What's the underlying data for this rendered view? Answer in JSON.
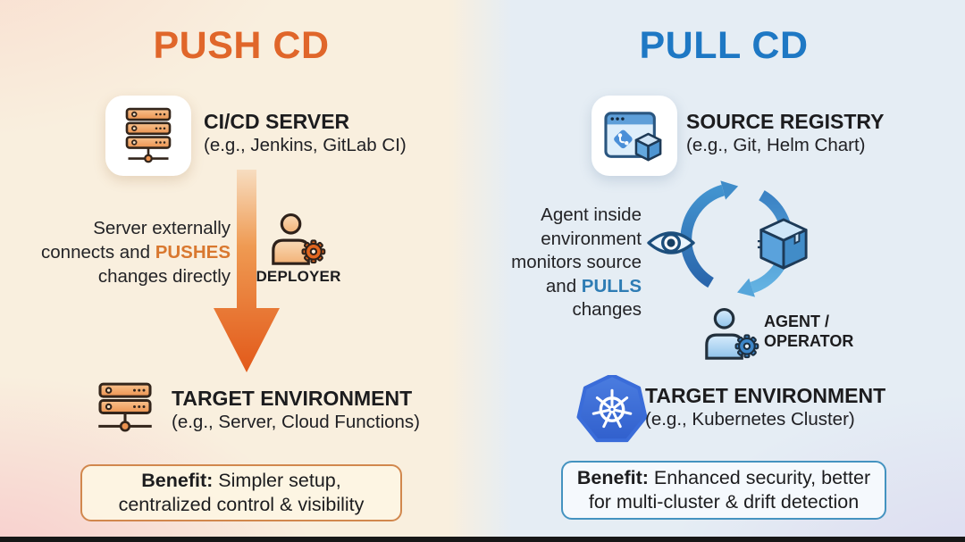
{
  "push": {
    "title": "PUSH CD",
    "server": {
      "name": "CI/CD SERVER",
      "example": "(e.g., Jenkins, GitLab CI)"
    },
    "flow": {
      "line1": "Server externally",
      "line2_prefix": "connects and ",
      "line2_accent": "PUSHES",
      "line3": "changes directly"
    },
    "deployer_label": "DEPLOYER",
    "target": {
      "name": "TARGET ENVIRONMENT",
      "example": "(e.g., Server, Cloud Functions)"
    },
    "benefit": {
      "label": "Benefit:",
      "line1": " Simpler setup,",
      "line2": "centralized control & visibility"
    }
  },
  "pull": {
    "title": "PULL CD",
    "registry": {
      "name": "SOURCE REGISTRY",
      "example": "(e.g., Git, Helm Chart)"
    },
    "flow": {
      "line1": "Agent inside",
      "line2": "environment",
      "line3": "monitors source",
      "line4_prefix": "and ",
      "line4_accent": "PULLS",
      "line5": "changes"
    },
    "agent": {
      "label_line1": "AGENT /",
      "label_line2": "OPERATOR"
    },
    "target": {
      "name": "TARGET ENVIRONMENT",
      "example": "(e.g., Kubernetes Cluster)"
    },
    "benefit": {
      "label": "Benefit:",
      "line1": " Enhanced security, better",
      "line2": "for multi-cluster & drift detection"
    }
  },
  "colors": {
    "push_accent": "#e0662a",
    "pull_accent": "#1e78c4",
    "pushes_word": "#d9782f",
    "pulls_word": "#2e7cb4",
    "push_arrow": "#e2591a",
    "cycle_blue": "#3f8cc9",
    "benefit_border_push": "#d1874d",
    "benefit_border_pull": "#4493c0",
    "kubernetes_blue": "#3a6cd9",
    "left_panel_bg": "#f9efde",
    "right_panel_bg": "#e5edf4"
  }
}
